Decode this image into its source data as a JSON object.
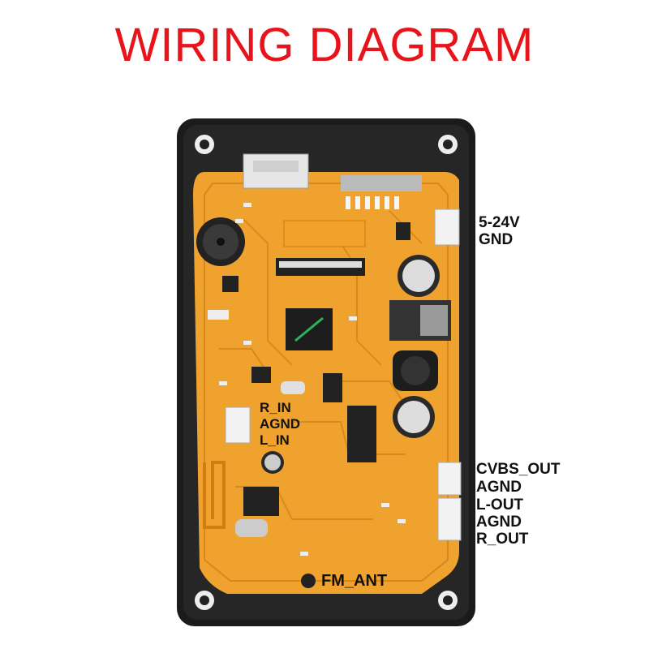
{
  "title": "WIRING DIAGRAM",
  "labels": {
    "power": [
      "5-24V",
      "GND"
    ],
    "input": [
      "R_IN",
      "AGND",
      "L_IN"
    ],
    "video": [
      "CVBS_OUT",
      "AGND"
    ],
    "audio": [
      "L-OUT",
      "AGND",
      "R_OUT"
    ],
    "antenna": "FM_ANT"
  },
  "colors": {
    "title": "#e8141b",
    "frame": "#1a1a1a",
    "pcb": "#f0a22e"
  }
}
